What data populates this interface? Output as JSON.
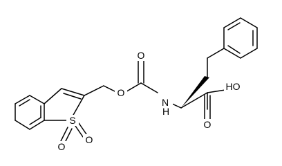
{
  "atoms": {
    "carbonyl_o": "O",
    "ester_o": "O",
    "nh": "N",
    "nh_h": "H",
    "acid_oh": "HO",
    "acid_o": "O",
    "sulfur": "S",
    "sulfone_o1": "O",
    "sulfone_o2": "O"
  },
  "colors": {
    "bond": "#000000",
    "label": "#000000",
    "background": "#ffffff"
  }
}
